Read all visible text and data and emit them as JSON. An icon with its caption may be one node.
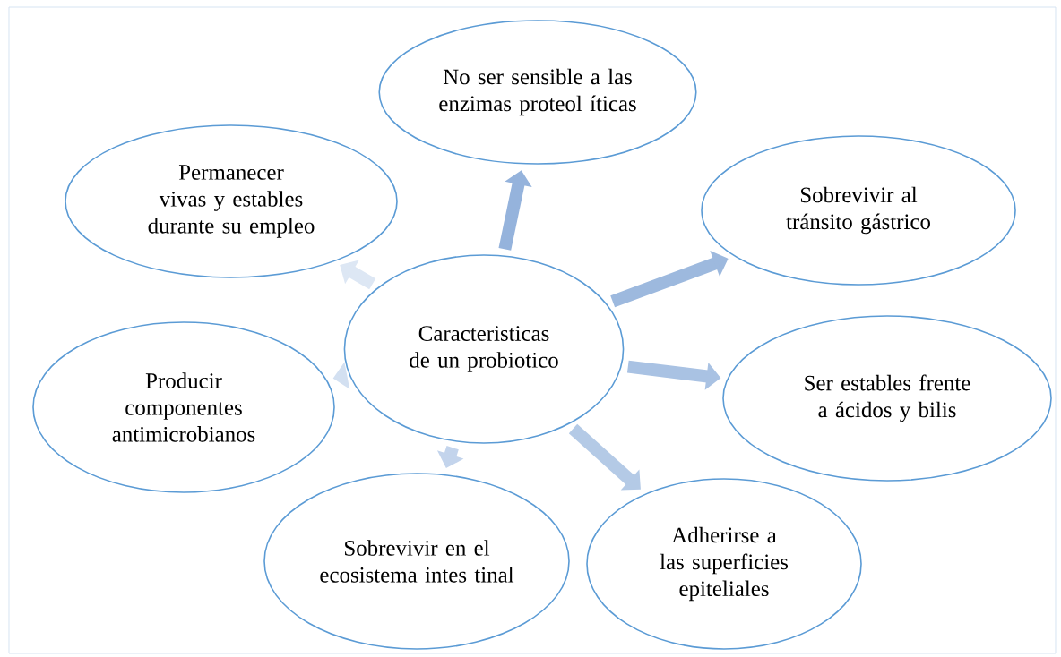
{
  "diagram": {
    "nodes": [
      {
        "text": [
          "Caracteristicas de un probiotico"
        ]
      },
      {
        "text": [
          "No ser sensible a las enzimas proteol íticas"
        ]
      },
      {
        "text": [
          "Sobrevivir al tránsito gástrico"
        ]
      },
      {
        "text": [
          "Ser estables frente a ácidos y bilis"
        ]
      },
      {
        "text": [
          "Adherirse a las superficies epiteliales"
        ]
      },
      {
        "text": [
          "Sobrevivir en el ecosistema intes tinal"
        ]
      },
      {
        "text": [
          "Producir componentes antimicrobianos"
        ]
      },
      {
        "text": [
          "Permanecer vivas y estables durante su empleo"
        ]
      }
    ],
    "edges": [
      {
        "from": 0,
        "to": 1,
        "arrow": "to",
        "color": "#95b3dc"
      },
      {
        "from": 0,
        "to": 2,
        "arrow": "to",
        "color": "#9db9de"
      },
      {
        "from": 0,
        "to": 3,
        "arrow": "to",
        "color": "#a9c2e3"
      },
      {
        "from": 0,
        "to": 4,
        "arrow": "to",
        "color": "#b4cae6"
      },
      {
        "from": 0,
        "to": 5,
        "arrow": "to",
        "color": "#c3d4ec"
      },
      {
        "from": 0,
        "to": 6,
        "arrow": "to",
        "color": "#d3e0f1"
      },
      {
        "from": 0,
        "to": 7,
        "arrow": "to",
        "color": "#dde7f4"
      }
    ]
  }
}
